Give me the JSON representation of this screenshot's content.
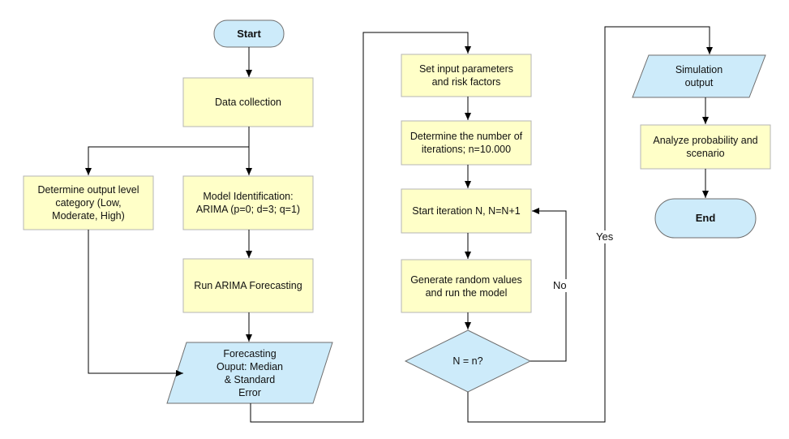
{
  "colors": {
    "process_fill": "#FFFFC8",
    "io_fill": "#CDEBFA",
    "terminator_fill": "#CDEBFA",
    "decision_fill": "#CDEBFA",
    "stroke": "#6E6E6E",
    "connector": "#000000"
  },
  "nodes": {
    "start": "Start",
    "data_collection": "Data collection",
    "output_level": "Determine output level\ncategory (Low,\nModerate, High)",
    "model_identification": "Model Identification:\nARIMA (p=0; d=3; q=1)",
    "run_arima": "Run ARIMA Forecasting",
    "forecasting_output": "Forecasting\nOuput: Median\n& Standard\nError",
    "set_input": "Set input parameters\nand risk factors",
    "iterations": "Determine the number of\niterations; n=10.000",
    "start_iteration": "Start iteration N, N=N+1",
    "generate_random": "Generate random values\nand run the model",
    "decision": "N = n?",
    "simulation_output": "Simulation\noutput",
    "analyze": "Analyze probability and\nscenario",
    "end": "End"
  },
  "edge_labels": {
    "no": "No",
    "yes": "Yes"
  }
}
